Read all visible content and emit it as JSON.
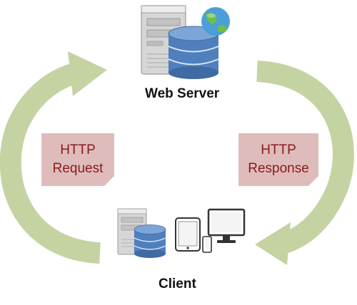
{
  "nodes": {
    "server": {
      "label": "Web Server"
    },
    "client": {
      "label": "Client"
    }
  },
  "edges": {
    "request": {
      "line1": "HTTP",
      "line2": "Request"
    },
    "response": {
      "line1": "HTTP",
      "line2": "Response"
    }
  },
  "colors": {
    "arrow": "#c5d3a2",
    "label_fill": "#dfbcbc",
    "label_text": "#8b1a1a",
    "tower_gray": "#d9d9d9",
    "database_blue": "#4f7fbd"
  },
  "icons": [
    "server-tower-icon",
    "database-icon",
    "globe-icon",
    "tablet-icon",
    "monitor-icon",
    "phone-icon"
  ]
}
